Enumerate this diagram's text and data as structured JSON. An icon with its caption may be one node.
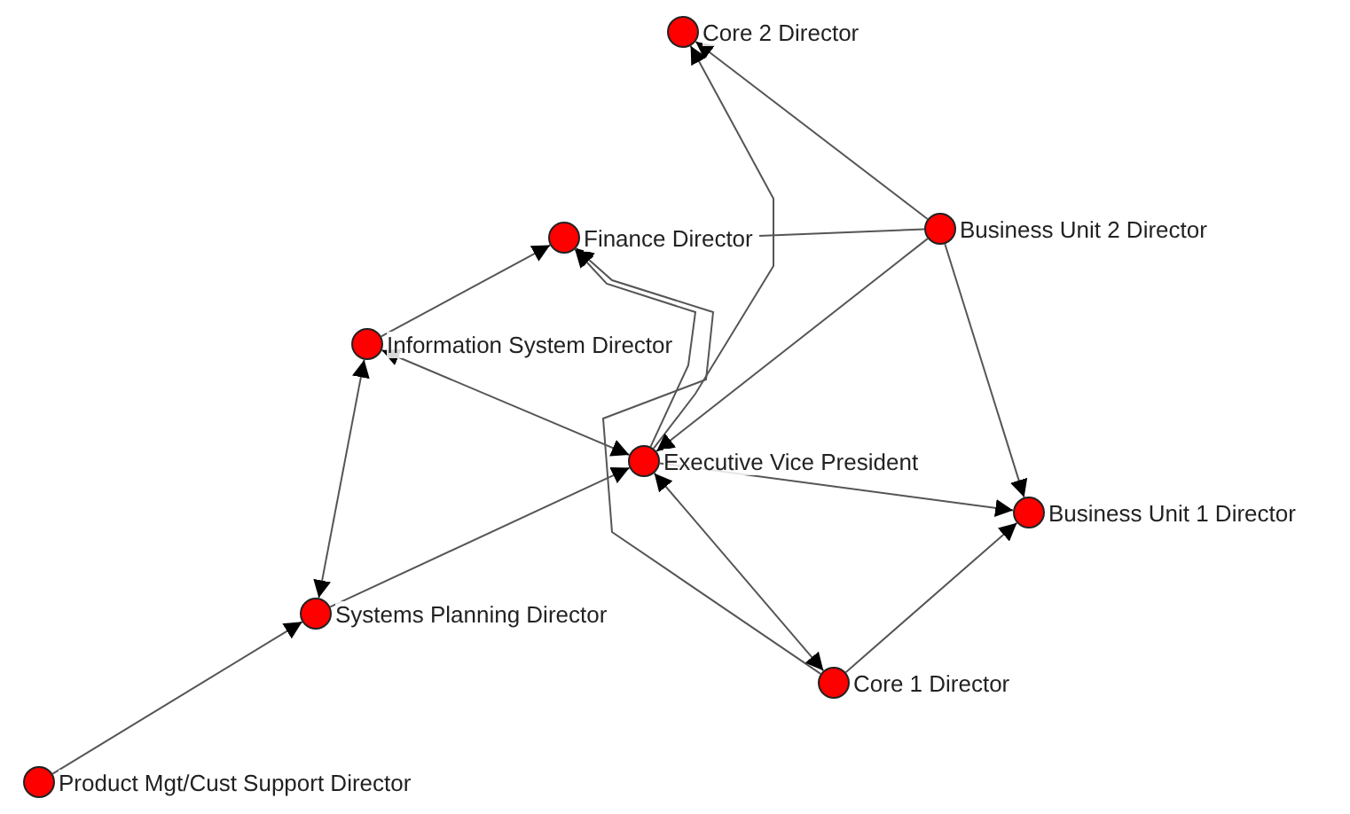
{
  "diagram": {
    "nodes": [
      {
        "text": [
          "Core 2 Director"
        ]
      },
      {
        "text": [
          "Finance Director"
        ]
      },
      {
        "text": [
          "Business Unit 2 Director"
        ]
      },
      {
        "text": [
          "Information System Director"
        ]
      },
      {
        "text": [
          "Executive Vice President"
        ]
      },
      {
        "text": [
          "Business Unit 1 Director"
        ]
      },
      {
        "text": [
          "Systems Planning Director"
        ]
      },
      {
        "text": [
          "Core 1 Director"
        ]
      },
      {
        "text": [
          "Product Mgt/Cust Support Director"
        ]
      }
    ],
    "edges": [
      {
        "from": 4,
        "to": 0,
        "arrow": "to"
      },
      {
        "from": 2,
        "to": 0,
        "arrow": "to"
      },
      {
        "from": 2,
        "to": 1,
        "arrow": "none"
      },
      {
        "from": 2,
        "to": 4,
        "arrow": "to"
      },
      {
        "from": 2,
        "to": 5,
        "arrow": "to"
      },
      {
        "from": 3,
        "to": 1,
        "arrow": "to"
      },
      {
        "from": 4,
        "to": 1,
        "arrow": "to"
      },
      {
        "from": 7,
        "to": 1,
        "arrow": "to"
      },
      {
        "from": 3,
        "to": 4,
        "arrow": "both"
      },
      {
        "from": 3,
        "to": 6,
        "arrow": "both"
      },
      {
        "from": 6,
        "to": 4,
        "arrow": "to"
      },
      {
        "from": 4,
        "to": 5,
        "arrow": "to"
      },
      {
        "from": 4,
        "to": 7,
        "arrow": "both"
      },
      {
        "from": 7,
        "to": 5,
        "arrow": "to"
      },
      {
        "from": 8,
        "to": 6,
        "arrow": "to"
      }
    ]
  }
}
